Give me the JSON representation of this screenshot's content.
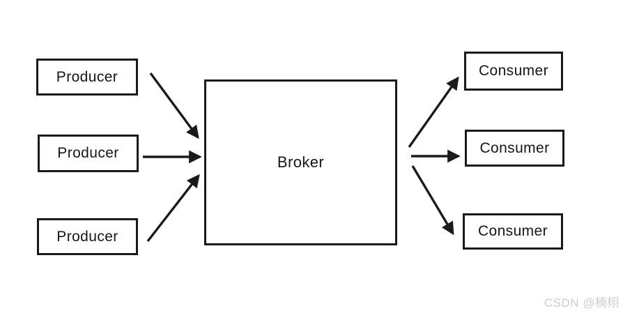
{
  "diagram": {
    "producers": [
      {
        "label": "Producer"
      },
      {
        "label": "Producer"
      },
      {
        "label": "Producer"
      }
    ],
    "broker": {
      "label": "Broker"
    },
    "consumers": [
      {
        "label": "Consumer"
      },
      {
        "label": "Consumer"
      },
      {
        "label": "Consumer"
      }
    ]
  },
  "watermark": {
    "text": "CSDN @楠栩"
  },
  "colors": {
    "line": "#1a1a1a",
    "background": "#ffffff",
    "watermark": "#cccdd1"
  }
}
